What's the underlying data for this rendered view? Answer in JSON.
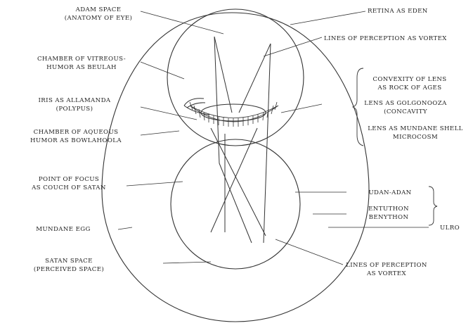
{
  "labels": {
    "adam_space_1": "ADAM SPACE",
    "adam_space_2": "(ANATOMY OF EYE)",
    "retina": "RETINA AS EDEN",
    "lines_top": "LINES OF PERCEPTION AS VORTEX",
    "vitreous_1": "CHAMBER OF VITREOUS-",
    "vitreous_2": "HUMOR AS BEULAH",
    "convexity_1": "CONVEXITY OF LENS",
    "convexity_2": "AS ROCK OF AGES",
    "iris_1": "IRIS AS ALLAMANDA",
    "iris_2": "(POLYPUS)",
    "golgonooza_1": "LENS AS GOLGONOOZA",
    "golgonooza_2": "(CONCAVITY",
    "aqueous_1": "CHAMBER OF AQUEOUS",
    "aqueous_2": "HUMOR AS BOWLAHOOLA",
    "mundane_shell_1": "LENS AS MUNDANE SHELL",
    "mundane_shell_2": "MICROCOSM",
    "focus_1": "POINT OF FOCUS",
    "focus_2": "AS COUCH OF SATAN",
    "udan_adan": "UDAN-ADAN",
    "entuthon_1": "ENTUTHON",
    "entuthon_2": "BENYTHON",
    "ulro": "ULRO",
    "mundane_egg": "MUNDANE EGG",
    "satan_space_1": "SATAN SPACE",
    "satan_space_2": "(PERCEIVED SPACE)",
    "lines_bottom_1": "LINES OF PERCEPTION",
    "lines_bottom_2": "AS VORTEX"
  }
}
